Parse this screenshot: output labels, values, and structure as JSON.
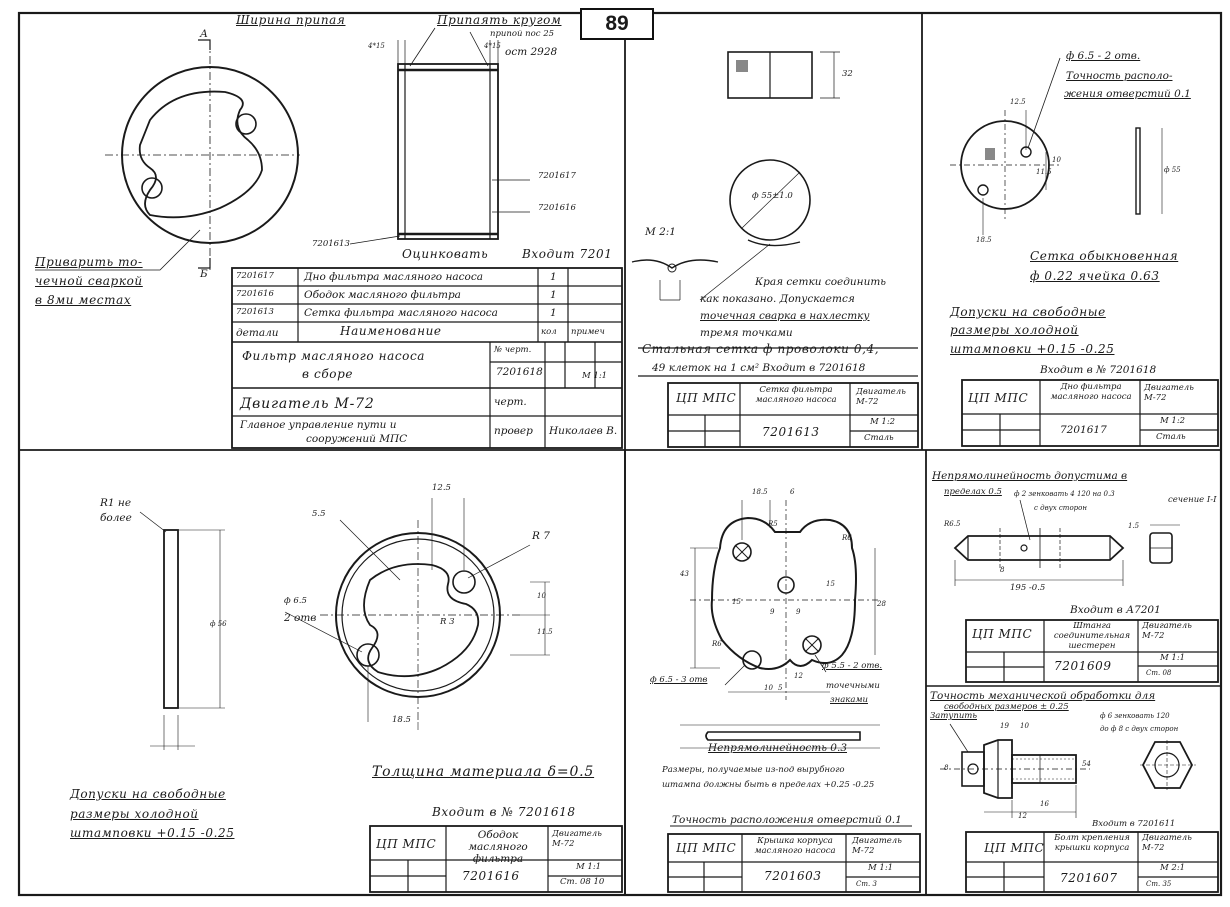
{
  "page_number": "89",
  "sheet_1": {
    "label_width": "Ширина припая",
    "label_solder": "Припаять кругом",
    "label_solder_2": "припой пос 25",
    "label_ost": "ост 2928",
    "dim_a": "4*15",
    "dim_b": "4*15",
    "label_weld_1": "Приварить то-",
    "label_weld_2": "чечной сваркой",
    "label_weld_3": "в 8ми местах",
    "section_a": "А",
    "section_b": "Б",
    "part_1": "7201617",
    "part_2": "7201616",
    "part_3": "7201613",
    "label_tin": "Оцинковать",
    "label_enter": "Входит 7201",
    "rows": [
      {
        "code": "7201617",
        "name": "Дно фильтра масляного насоса",
        "qty": "1"
      },
      {
        "code": "7201616",
        "name": "Ободок масляного фильтра",
        "qty": "1"
      },
      {
        "code": "7201613",
        "name": "Сетка фильтра масляного насоса",
        "qty": "1"
      }
    ],
    "hdr_code": "детали",
    "hdr_name": "Наименование",
    "hdr_qty": "кол",
    "hdr_note": "примеч",
    "title_1": "Фильтр масляного насоса",
    "title_2": "в сборе",
    "drawing_no_label": "№ черт.",
    "drawing_no": "7201618",
    "engine": "Двигатель М-72",
    "draw_label": "черт.",
    "org_1": "Главное управление пути и",
    "org_2": "сооружений МПС",
    "check_label": "провер",
    "checker": "Николаев В.",
    "m_label": "М 1:1"
  },
  "sheet_2": {
    "scale": "М 2:1",
    "dim_height": "32",
    "dim_diam": "ф 55±1.0",
    "note_1": "Края сетки соединить",
    "note_2": "как показано. Допускается",
    "note_3": "точечная сварка в нахлестку",
    "note_4": "тремя точками",
    "note_5": "Стальная сетка ф проволоки 0,4,",
    "note_6": "49 клеток на 1 см²   Входит в 7201618",
    "tb_org": "ЦП МПС",
    "tb_name": "Сетка фильтра масляного насоса",
    "tb_engine": "Двигатель М-72",
    "tb_no": "7201613",
    "tb_scale": "М 1:2",
    "tb_mat": "Сталь"
  },
  "sheet_3": {
    "hole_label": "ф 6.5 - 2 отв.",
    "acc_1": "Точность располо-",
    "acc_2": "жения отверстий 0.1",
    "dim_1": "12.5",
    "dim_2": "11.5",
    "dim_3": "10",
    "dim_4": "18.5",
    "dim_d": "ф 55",
    "mesh_1": "Сетка обыкновенная",
    "mesh_2": "ф 0.22 ячейка 0.63",
    "tol_1": "Допуски на свободные",
    "tol_2": "размеры холодной",
    "tol_3": "штамповки +0.15 -0.25",
    "enter": "Входит в № 7201618",
    "tb_org": "ЦП МПС",
    "tb_name": "Дно фильтра масляного насоса",
    "tb_engine": "Двигатель М-72",
    "tb_no": "7201617",
    "tb_scale": "М 1:2",
    "tb_mat": "Сталь"
  },
  "sheet_4": {
    "r1": "R1 не",
    "r1b": "более",
    "dim_125": "12.5",
    "dim_r7": "R 7",
    "dim_55": "5.5",
    "dim_r3": "R 3",
    "hole": "ф 6.5",
    "hole_b": "2 отв",
    "dim_10": "10",
    "dim_115": "11.5",
    "dim_185": "18.5",
    "dim_56": "ф 56",
    "thk": "Толщина материала δ=0.5",
    "tol_1": "Допуски на свободные",
    "tol_2": "размеры холодной",
    "tol_3": "штамповки +0.15 -0.25",
    "enter": "Входит в № 7201618",
    "tb_org": "ЦП МПС",
    "tb_name": "Ободок масляного фильтра",
    "tb_engine": "Двигатель М-72",
    "tb_no": "7201616",
    "tb_scale": "М 1:1",
    "tb_mat": "Ст. 08 10"
  },
  "sheet_5": {
    "d_185": "18.5",
    "d_6": "6",
    "d_r5": "R5",
    "d_r6": "R6",
    "d_15a": "15",
    "d_15b": "15",
    "d_9a": "9",
    "d_9b": "9",
    "d_r6b": "R6",
    "d_12": "12",
    "d_10": "10",
    "d_5": "5",
    "d_43": "43",
    "d_28": "28",
    "hole_a": "ф 6.5 - 3 отв",
    "hole_b": "ф 5.5 - 2 отв.",
    "mark_1": "точечными",
    "mark_2": "знаками",
    "flat": "Непрямолинейность 0.3",
    "sz_1": "Размеры, получаемые из-под вырубного",
    "sz_2": "штампа должны быть в пределах +0.25 -0.25",
    "acc": "Точность расположения отверстий 0.1",
    "tb_org": "ЦП МПС",
    "tb_name": "Крышка корпуса масляного насоса",
    "tb_engine": "Двигатель М-72",
    "tb_no": "7201603",
    "tb_scale": "М 1:1",
    "tb_mat": "Ст. 3"
  },
  "sheet_6": {
    "n_1": "Непрямолинейность допустима в",
    "n_2": "пределах 0.5",
    "n_3": "ф 2 зенковать 4 120 на 0.3",
    "n_4": "с двух сторон",
    "sect": "сечение I-I",
    "d_r65": "R6.5",
    "d_195": "195 -0.5",
    "d_8": "8",
    "d_15": "1.5",
    "enter": "Входит в А7201",
    "tb_org": "ЦП МПС",
    "tb_name": "Штанга соединительная шестерен",
    "tb_engine": "Двигатель М-72",
    "tb_no": "7201609",
    "tb_scale": "М 1:1",
    "tb_mat": "Ст. 08"
  },
  "sheet_7": {
    "acc_1": "Точность механической обработки для",
    "acc_2": "свободных размеров ± 0.25",
    "chamf": "Затупить",
    "n_1": "ф 6 зенковать 120",
    "n_2": "до ф 8 с двух сторон",
    "d_19": "19",
    "d_10": "10",
    "d_54": "54",
    "d_16": "16",
    "d_12": "12",
    "d_8": "8",
    "enter": "Входит в 7201611",
    "tb_org": "ЦП МПС",
    "tb_name": "Болт крепления крышки корпуса",
    "tb_engine": "Двигатель М-72",
    "tb_no": "7201607",
    "tb_scale": "М 2:1",
    "tb_mat": "Ст. 35"
  }
}
